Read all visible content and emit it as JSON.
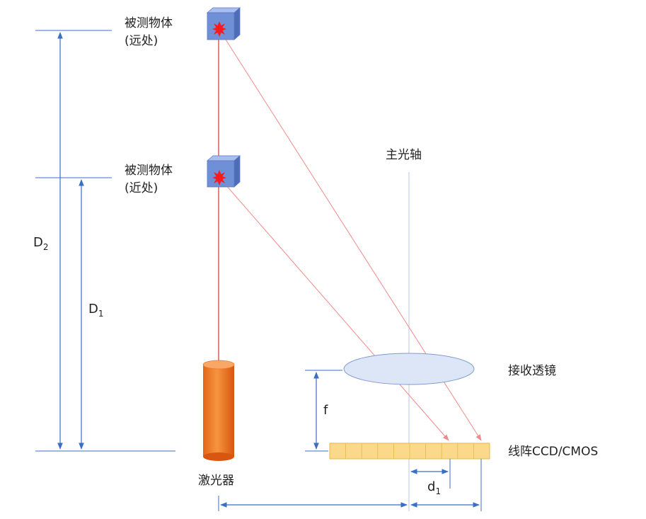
{
  "labels": {
    "far_object": [
      "被测物体",
      "(远处)"
    ],
    "near_object": [
      "被测物体",
      "(近处)"
    ],
    "main_axis": "主光轴",
    "lens": "接收透镜",
    "sensor": "线阵CCD/CMOS",
    "laser": "激光器",
    "D2": {
      "base": "D",
      "sub": "2"
    },
    "D1": {
      "base": "D",
      "sub": "1"
    },
    "f": "f",
    "d1": {
      "base": "d",
      "sub": "1"
    }
  },
  "colors": {
    "dimension": "#3b6fc4",
    "laser_beam": "#e05050",
    "reflected_ray": "#f08a8a",
    "cube_face": "#6f8fd6",
    "cube_top": "#a9bdf0",
    "cube_side": "#4d6db8",
    "lens_fill": "#dde6f6",
    "lens_stroke": "#7f9bd0",
    "sensor_fill": "#fbd98a",
    "sensor_stroke": "#e6b84a",
    "laser_body": "#f07c2c",
    "axis_line": "#b8c6e6"
  },
  "icons": [
    "laser-spot-icon",
    "cube-object-icon",
    "laser-cylinder-icon",
    "arrowhead-icon"
  ]
}
